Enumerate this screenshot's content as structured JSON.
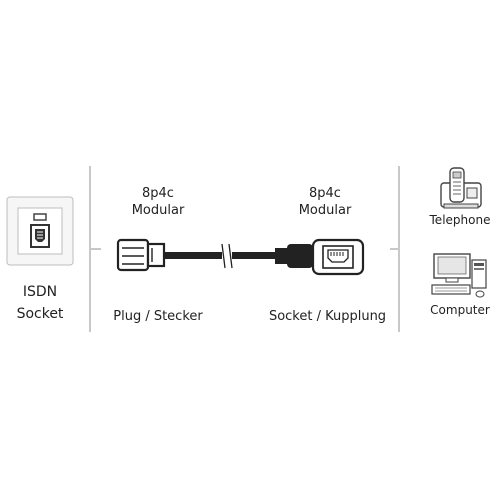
{
  "colors": {
    "line": "#c8c8c8",
    "ink": "#222222",
    "plate": "#f2f2f2"
  },
  "left": {
    "socket_icon": "isdn-wall-socket-icon",
    "label_line1": "ISDN",
    "label_line2": "Socket"
  },
  "plug": {
    "type_line1": "8p4c",
    "type_line2": "Modular",
    "caption": "Plug / Stecker",
    "icon": "modular-plug-icon"
  },
  "coupler": {
    "type_line1": "8p4c",
    "type_line2": "Modular",
    "caption": "Socket / Kupplung",
    "icon": "modular-coupler-icon"
  },
  "devices": [
    {
      "label": "Telephone",
      "icon": "telephone-icon"
    },
    {
      "label": "Computer",
      "icon": "computer-icon"
    }
  ]
}
